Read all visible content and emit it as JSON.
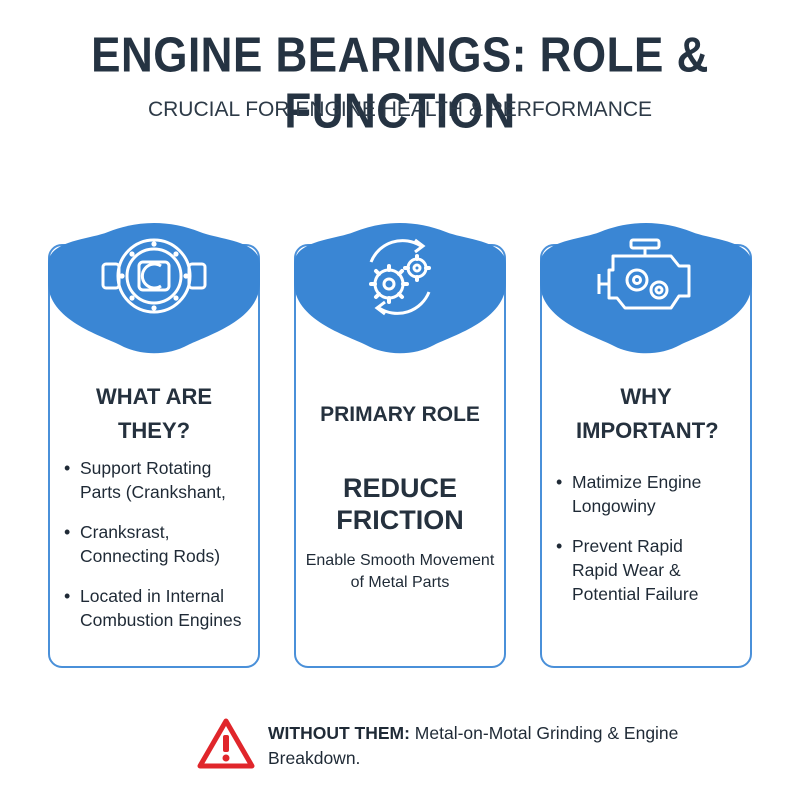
{
  "header": {
    "title": "ENGINE BEARINGS: ROLE & FUNCTION",
    "subtitle": "CRUCIAL FOR ENGINE HEALTH & PERFORMANCE"
  },
  "cards": [
    {
      "icon": "bearing-icon",
      "heading": "WHAT ARE THEY?",
      "bullets": [
        "Support Rotating Parts (Crankshant,",
        "Cranksrast, Connecting Rods)",
        "Located in Internal Combustion Engines"
      ]
    },
    {
      "icon": "gears-cycle-icon",
      "heading": "PRIMARY ROLE",
      "emphasis": "REDUCE FRICTION",
      "detail": "Enable Smooth Movement of Metal Parts"
    },
    {
      "icon": "engine-icon",
      "heading": "WHY IMPORTANT?",
      "bullets": [
        "Matimize Engine Longowiny",
        "Prevent Rapid Rapid Wear & Potential Failure"
      ]
    }
  ],
  "warning": {
    "icon": "warning-triangle-icon",
    "label": "WITHOUT THEM:",
    "text": "Metal-on-Motal Grinding & Engine Breakdown."
  },
  "colors": {
    "accent": "#3a86d4",
    "outline": "#4a90d9",
    "warning": "#e0262b",
    "text": "#23303d"
  }
}
